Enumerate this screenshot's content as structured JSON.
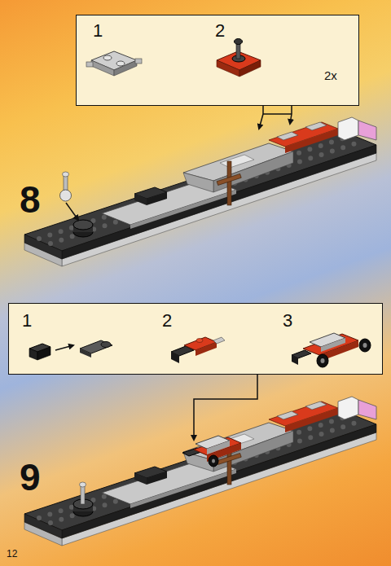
{
  "diagram": {
    "nodes": [
      {
        "text": [
          "1",
          "2",
          "2x"
        ]
      },
      {
        "text": [
          "1",
          "2",
          "3"
        ]
      }
    ],
    "edges": [],
    "labels": [
      "8",
      "9",
      "12"
    ]
  }
}
